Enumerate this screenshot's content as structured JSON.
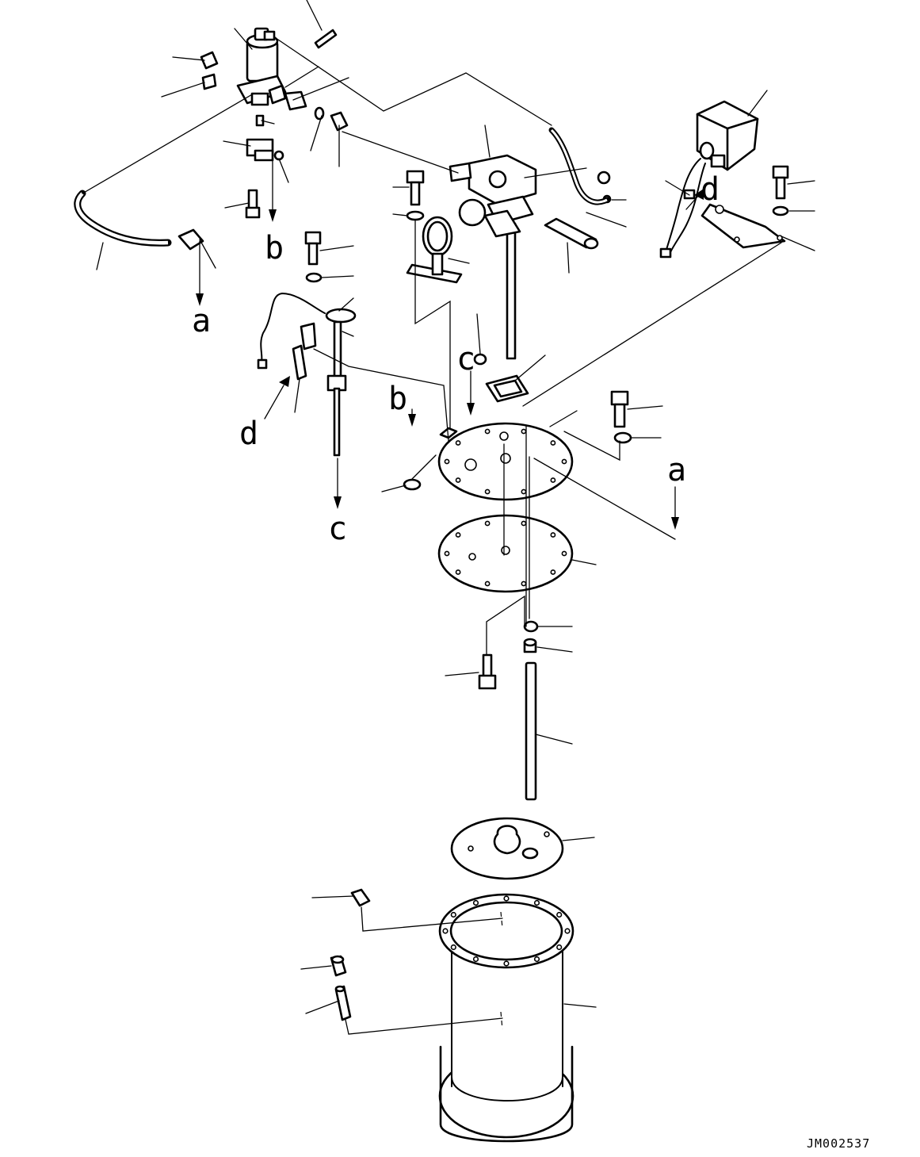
{
  "drawing": {
    "code": "JM002537",
    "callouts": [
      {
        "id": "a-source",
        "text": "a"
      },
      {
        "id": "a-target",
        "text": "a"
      },
      {
        "id": "b-source",
        "text": "b"
      },
      {
        "id": "b-target",
        "text": "b"
      },
      {
        "id": "c-source",
        "text": "c"
      },
      {
        "id": "c-target",
        "text": "c"
      },
      {
        "id": "d-source",
        "text": "d"
      },
      {
        "id": "d-target",
        "text": "d"
      }
    ]
  }
}
